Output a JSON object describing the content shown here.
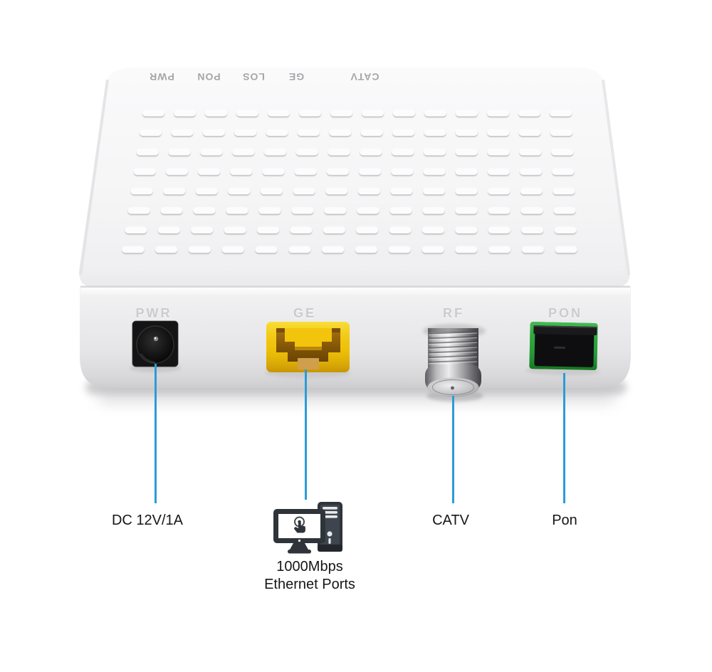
{
  "device": {
    "top_leds": [
      "PWR",
      "PON",
      "LOS",
      "GE",
      "CATV"
    ],
    "port_labels": [
      "PWR",
      "GE",
      "RF",
      "PON"
    ]
  },
  "callouts": {
    "power": {
      "label": "DC 12V/1A"
    },
    "ethernet": {
      "line1": "1000Mbps",
      "line2": "Ethernet Ports",
      "icon": "desktop-computer-icon"
    },
    "catv": {
      "label": "CATV"
    },
    "pon": {
      "label": "Pon"
    }
  },
  "colors": {
    "callout_line": "#2b9cd8",
    "ge_port_yellow": "#f0c40a",
    "pon_port_green": "#2da13c",
    "jack_black": "#141414",
    "coax_silver": "#c9c9cd",
    "led_label": "#a6a6aa",
    "label_emboss": "#cbcbcf",
    "callout_text": "#161616"
  }
}
